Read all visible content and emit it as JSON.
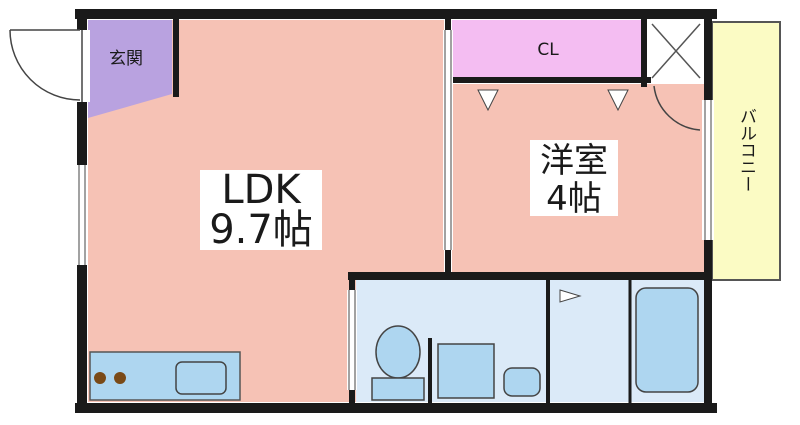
{
  "rooms": {
    "ldk": {
      "name": "LDK",
      "size": "9.7帖"
    },
    "western": {
      "name": "洋室",
      "size": "4帖"
    },
    "entrance": {
      "name": "玄関"
    },
    "closet": {
      "name": "CL"
    },
    "balcony": {
      "name": "バルコニー"
    }
  },
  "colors": {
    "ldk": "#f6c2b5",
    "western": "#f6c2b5",
    "entrance": "#b9a2e0",
    "closet": "#f4bdf2",
    "balcony": "#fbfbc4",
    "wet_area": "#dbeaf8",
    "fixtures": "#aed6f0",
    "wall": "#1a1a1a"
  }
}
